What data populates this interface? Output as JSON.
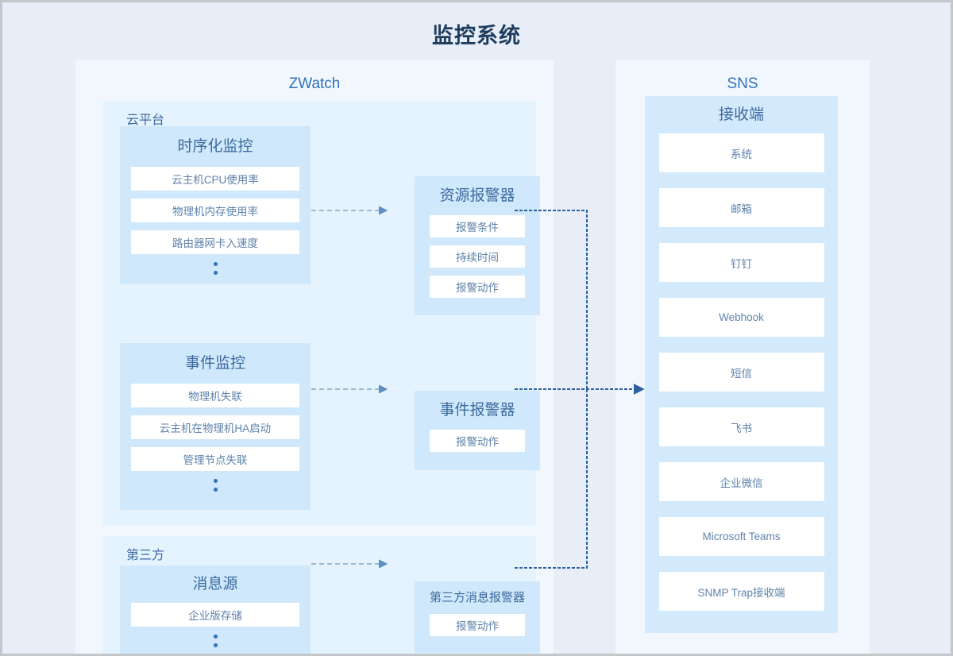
{
  "title": "监控系统",
  "colors": {
    "page_bg": "#e8eef8",
    "panel_bg": "#f2f7fe",
    "group_bg": "#e4f3fd",
    "card_bg": "#cfe8fb",
    "receiver_card_bg": "#d2eafc",
    "item_bg": "#ffffff",
    "title_text": "#1e3c5c",
    "heading_text": "#3d6a9e",
    "panel_title_text": "#2e72b8",
    "item_text": "#5e82ab",
    "solid_wire": "#2e5f9e",
    "dashed_wire": "#7fa8cc"
  },
  "zwatch": {
    "title": "ZWatch",
    "cloud_group": {
      "label": "云平台",
      "metric_monitor": {
        "title": "时序化监控",
        "items": [
          "云主机CPU使用率",
          "物理机内存使用率",
          "路由器网卡入速度"
        ],
        "has_more_dots": true
      },
      "event_monitor": {
        "title": "事件监控",
        "items": [
          "物理机失联",
          "云主机在物理机HA启动",
          "管理节点失联"
        ],
        "has_more_dots": true
      },
      "resource_alarm": {
        "title": "资源报警器",
        "items": [
          "报警条件",
          "持续时间",
          "报警动作"
        ]
      },
      "event_alarm": {
        "title": "事件报警器",
        "items": [
          "报警动作"
        ]
      }
    },
    "third_party_group": {
      "label": "第三方",
      "message_source": {
        "title": "消息源",
        "items": [
          "企业版存储"
        ],
        "has_more_dots": true
      },
      "third_alarm": {
        "title": "第三方消息报警器",
        "items": [
          "报警动作"
        ]
      }
    }
  },
  "sns": {
    "title": "SNS",
    "receiver": {
      "title": "接收端",
      "items": [
        "系统",
        "邮箱",
        "钉钉",
        "Webhook",
        "短信",
        "飞书",
        "企业微信",
        "Microsoft Teams",
        "SNMP Trap接收端"
      ]
    }
  }
}
